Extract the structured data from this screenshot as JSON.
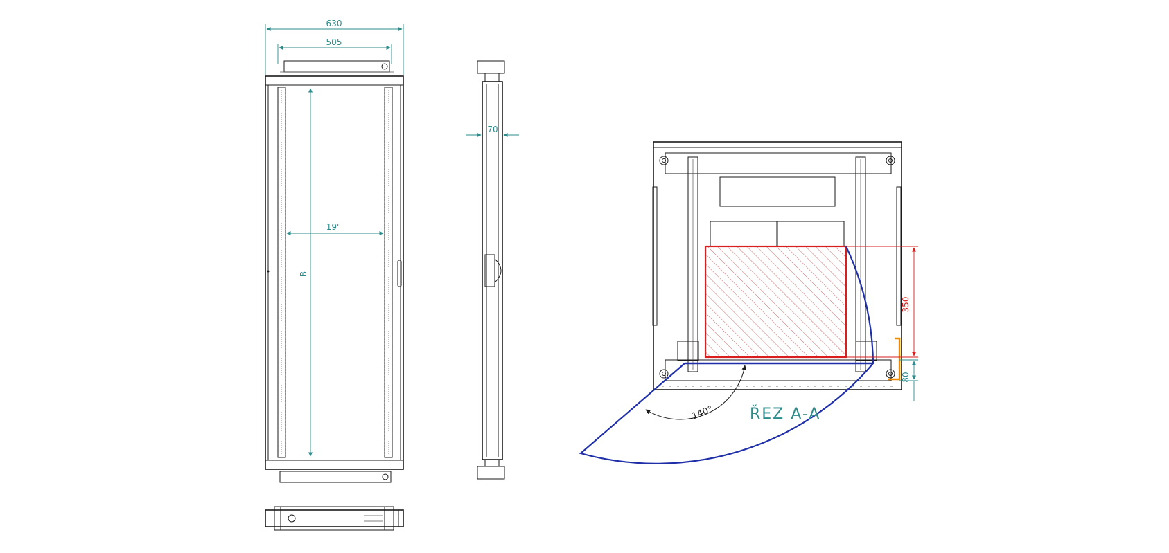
{
  "dimensions": {
    "overall_width": "630",
    "inner_width": "505",
    "rack_standard": "19'",
    "height": "B",
    "depth": "70",
    "clearance_depth": "350",
    "door_offset": "80"
  },
  "door_swing_angle": "140°",
  "section_label": "ŘEZ A-A",
  "colors": {
    "outline": "#1a1a1a",
    "dimension": "#2e8b8b",
    "clearance_zone": "#d81e1e",
    "door_swing": "#1f2fa8",
    "door_offset": "#f08a00"
  }
}
